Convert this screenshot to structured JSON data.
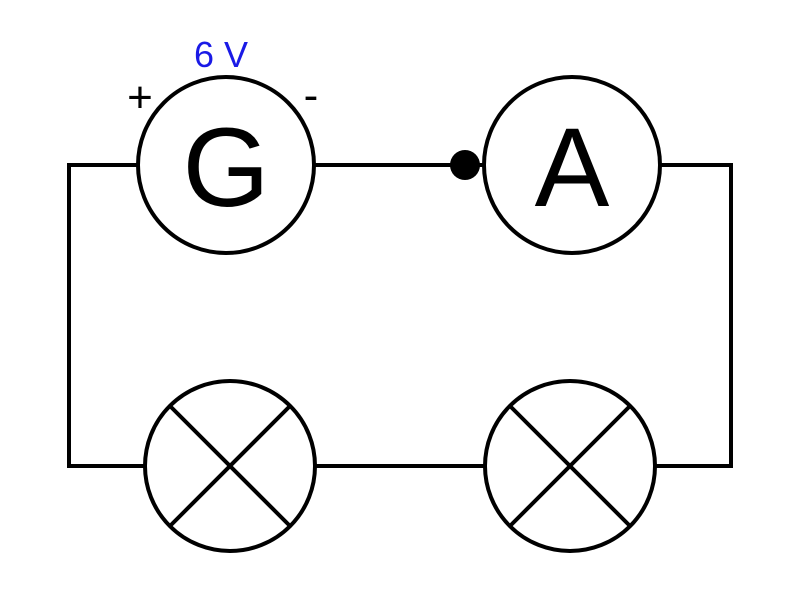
{
  "source": {
    "symbol": "G",
    "voltage": "6 V",
    "plus": "+",
    "minus": "-"
  },
  "ammeter": {
    "symbol": "A"
  },
  "colors": {
    "voltage_label": "#1a1ae6",
    "lines": "#000000"
  }
}
